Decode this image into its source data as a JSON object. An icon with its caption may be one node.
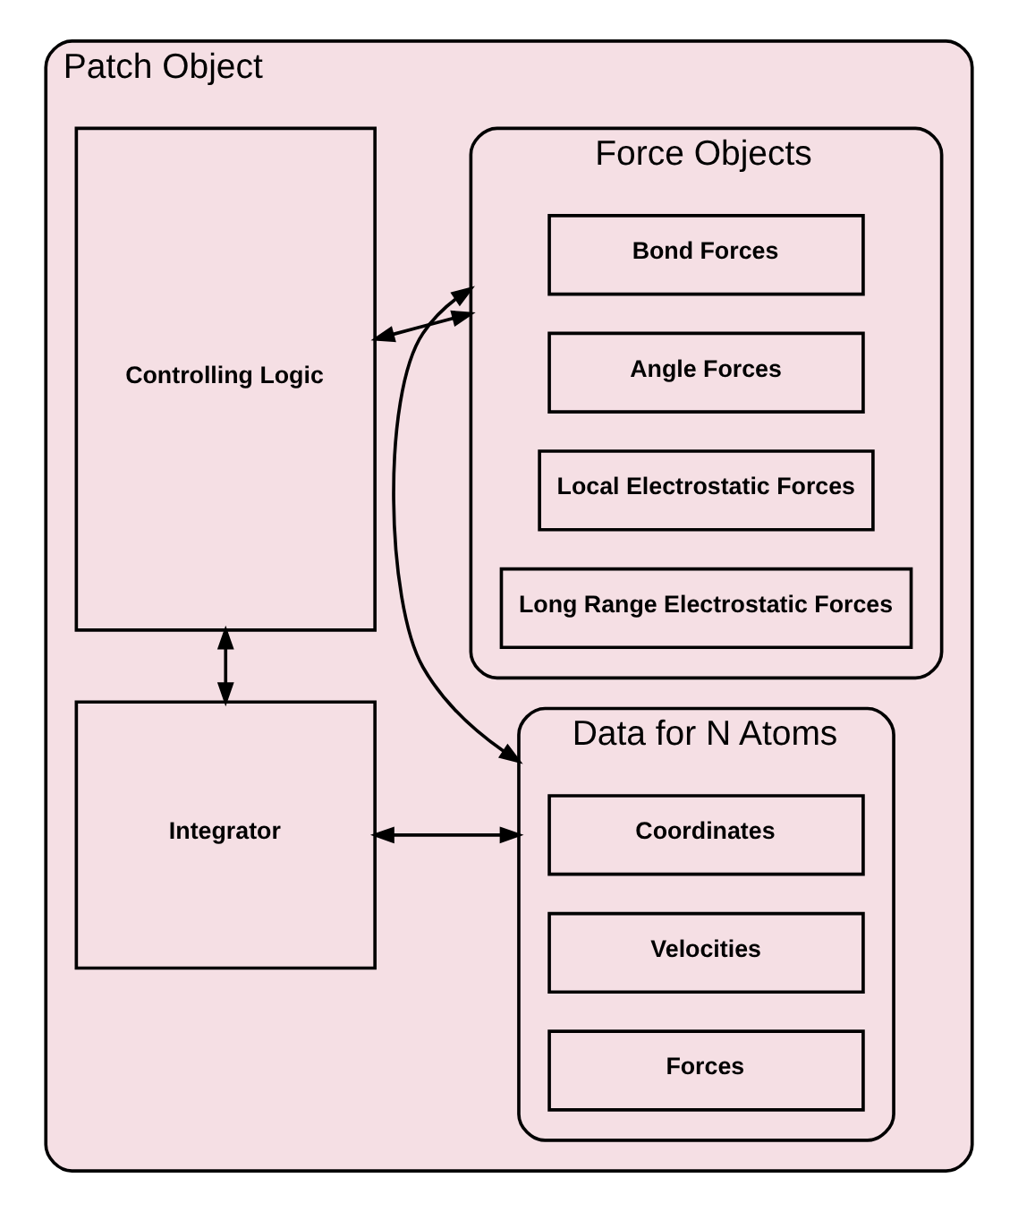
{
  "diagram": {
    "nodes": [
      {
        "text": [
          "Patch Object"
        ]
      },
      {
        "text": [
          "Controlling Logic"
        ],
        "in": 0
      },
      {
        "text": [
          "Integrator"
        ],
        "in": 0
      },
      {
        "text": [
          "Force Objects"
        ],
        "in": 0
      },
      {
        "text": [
          "Bond Forces"
        ],
        "in": 3
      },
      {
        "text": [
          "Angle Forces"
        ],
        "in": 3
      },
      {
        "text": [
          "Local Electrostatic Forces"
        ],
        "in": 3
      },
      {
        "text": [
          "Long Range Electrostatic Forces"
        ],
        "in": 3
      },
      {
        "text": [
          "Data for N Atoms"
        ],
        "in": 0
      },
      {
        "text": [
          "Coordinates"
        ],
        "in": 8
      },
      {
        "text": [
          "Velocities"
        ],
        "in": 8
      },
      {
        "text": [
          "Forces"
        ],
        "in": 8
      }
    ],
    "edges": [
      {
        "from": 1,
        "to": 3,
        "arrow": "both"
      },
      {
        "from": 1,
        "to": 2,
        "arrow": "both"
      },
      {
        "from": 3,
        "to": 8,
        "arrow": "both"
      },
      {
        "from": 2,
        "to": 8,
        "arrow": "both"
      }
    ]
  }
}
